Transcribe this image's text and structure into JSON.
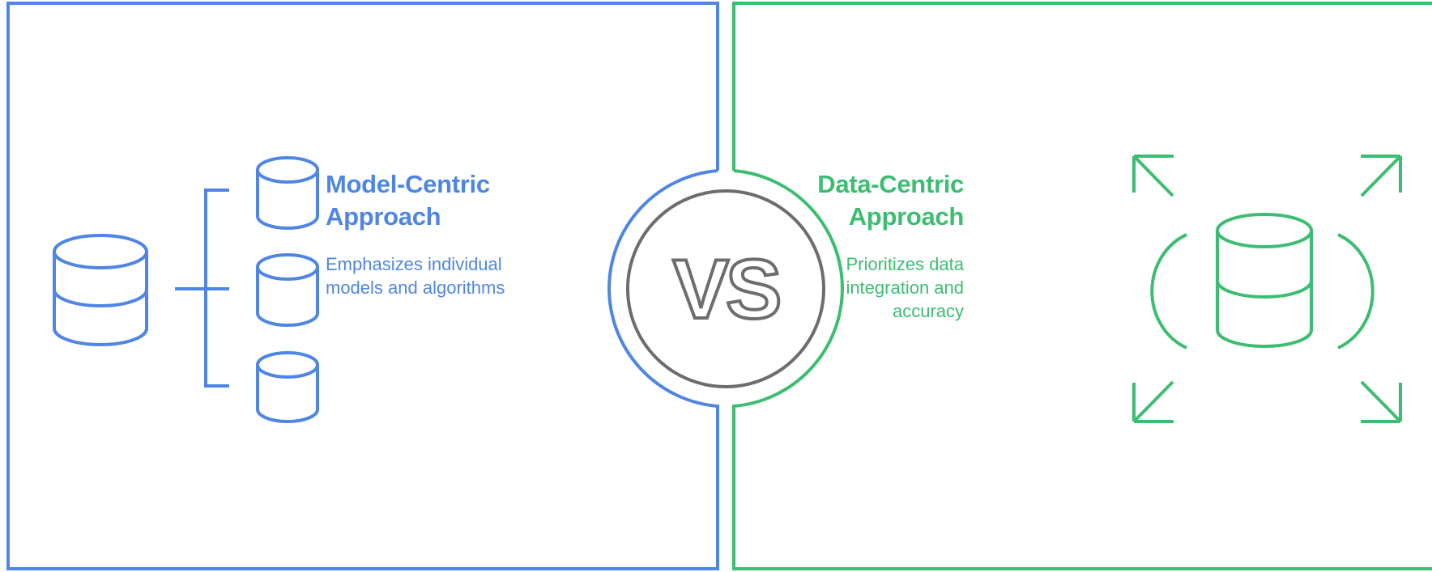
{
  "colors": {
    "model_accent": "#4f86e3",
    "data_accent": "#3dbd72",
    "vs_gray": "#6d6d6d"
  },
  "vs_label": "VS",
  "model_centric": {
    "title": "Model-Centric Approach",
    "description": "Emphasizes individual models and algorithms",
    "icons": [
      "database-icon",
      "bracket-connector-icon",
      "cylinder-icon",
      "cylinder-icon",
      "cylinder-icon"
    ]
  },
  "data_centric": {
    "title": "Data-Centric Approach",
    "description": "Prioritizes data integration and accuracy",
    "icons": [
      "database-icon",
      "arc-icon",
      "arc-icon",
      "expand-arrow-icon",
      "expand-arrow-icon",
      "expand-arrow-icon",
      "expand-arrow-icon"
    ]
  }
}
